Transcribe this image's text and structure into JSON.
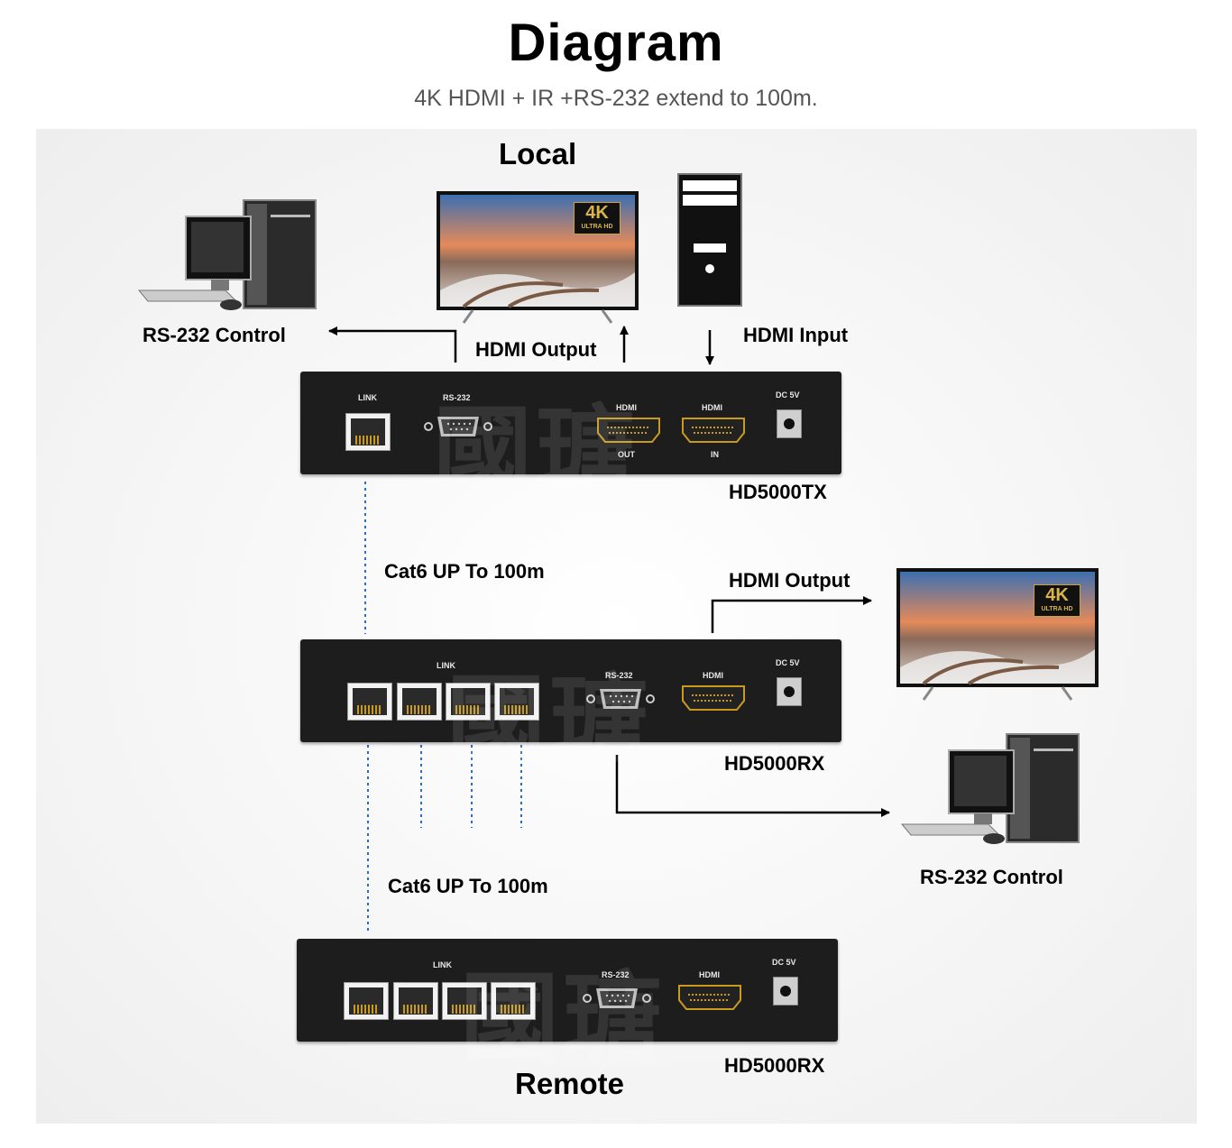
{
  "header": {
    "title": "Diagram",
    "subtitle": "4K HDMI + IR +RS-232 extend to 100m."
  },
  "sections": {
    "local": "Local",
    "remote": "Remote"
  },
  "labels": {
    "rs232_control_local": "RS-232 Control",
    "hdmi_output_local": "HDMI Output",
    "hdmi_input": "HDMI Input",
    "cat6_1": "Cat6 UP To 100m",
    "hdmi_output_remote": "HDMI Output",
    "rs232_control_remote": "RS-232 Control",
    "cat6_2": "Cat6 UP To 100m"
  },
  "devices": {
    "tx": {
      "model": "HD5000TX",
      "ports": {
        "link": "LINK",
        "rs232": "RS-232",
        "hdmi_out_top": "HDMI",
        "hdmi_out_bottom": "OUT",
        "hdmi_in_top": "HDMI",
        "hdmi_in_bottom": "IN",
        "dc": "DC 5V"
      }
    },
    "rx1": {
      "model": "HD5000RX",
      "ports": {
        "link": "LINK",
        "rs232": "RS-232",
        "hdmi": "HDMI",
        "dc": "DC 5V"
      }
    },
    "rx2": {
      "model": "HD5000RX",
      "ports": {
        "link": "LINK",
        "rs232": "RS-232",
        "hdmi": "HDMI",
        "dc": "DC 5V"
      }
    }
  },
  "tv_badge": {
    "big": "4K",
    "small": "ULTRA HD"
  },
  "watermark": "國瑭",
  "colors": {
    "device": "#1d1d1d",
    "cable": "#2b6cc4",
    "port_gold": "#c99a1e"
  }
}
